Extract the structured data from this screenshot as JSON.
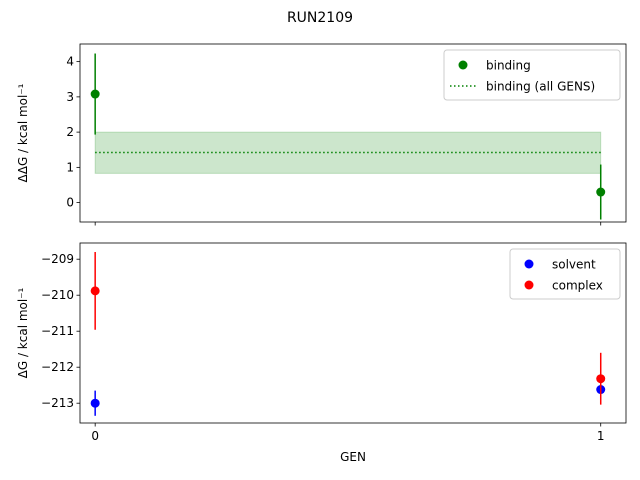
{
  "chart_data": [
    {
      "type": "scatter",
      "suptitle": "RUN2109",
      "xlim": [
        -0.03,
        1.05
      ],
      "ylim": [
        -0.55,
        4.5
      ],
      "yticks": [
        0,
        1,
        2,
        3,
        4
      ],
      "ylabel": "ΔΔG / kcal mol⁻¹",
      "series": [
        {
          "name": "binding",
          "color": "#008000",
          "x": [
            0,
            1
          ],
          "y": [
            3.08,
            0.3
          ],
          "yerr": [
            1.15,
            0.78
          ]
        }
      ],
      "reference_line": {
        "name": "binding (all GENS)",
        "color": "#008000",
        "style": "dotted",
        "y": 1.42,
        "band": [
          0.83,
          2.0
        ],
        "x_range": [
          0,
          1
        ]
      },
      "legend": "top-right"
    },
    {
      "type": "scatter",
      "xlim": [
        -0.03,
        1.05
      ],
      "ylim": [
        -213.55,
        -208.55
      ],
      "xticks": [
        0,
        1
      ],
      "yticks": [
        -209,
        -210,
        -211,
        -212,
        -213
      ],
      "xlabel": "GEN",
      "ylabel": "ΔG / kcal mol⁻¹",
      "series": [
        {
          "name": "solvent",
          "color": "#0000ff",
          "x": [
            0,
            1
          ],
          "y": [
            -213.0,
            -212.62
          ],
          "yerr": [
            0.35,
            0.12
          ]
        },
        {
          "name": "complex",
          "color": "#ff0000",
          "x": [
            0,
            1
          ],
          "y": [
            -209.88,
            -212.32
          ],
          "yerr": [
            1.08,
            0.72
          ]
        }
      ],
      "legend": "top-right"
    }
  ]
}
